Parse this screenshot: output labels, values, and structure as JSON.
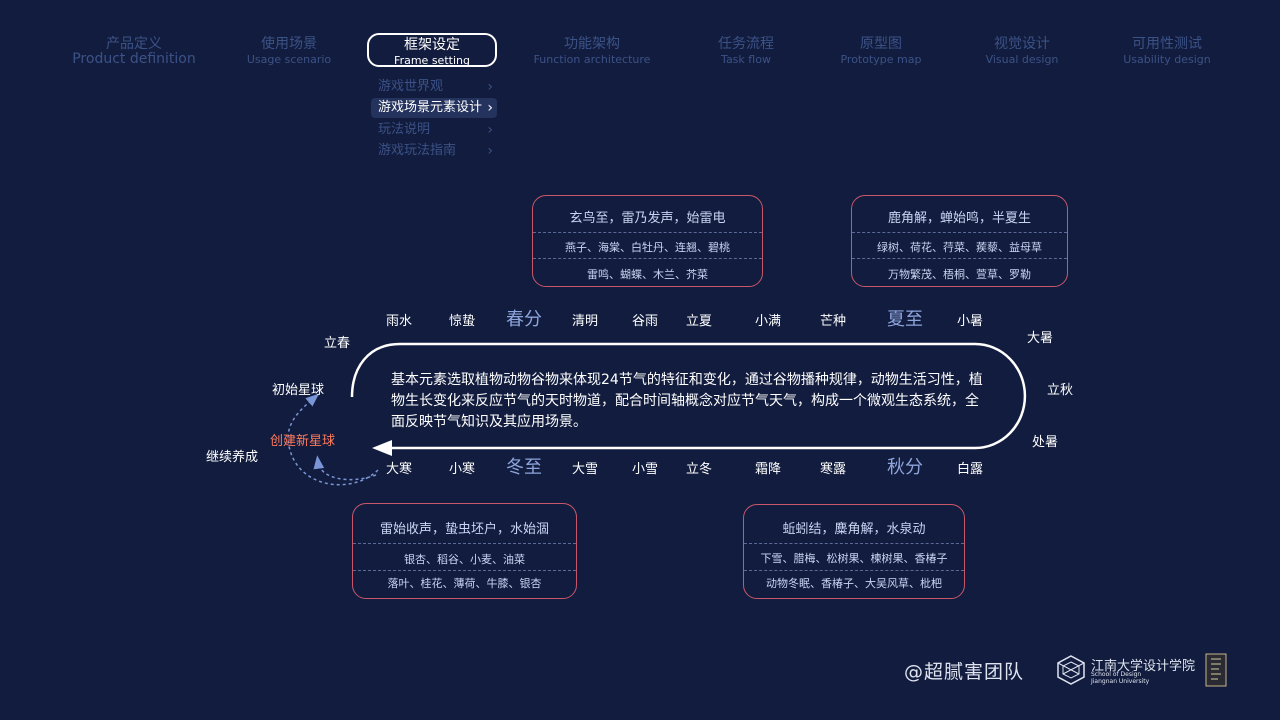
{
  "nav": [
    {
      "zh": "产品定义",
      "en": "Product definition"
    },
    {
      "zh": "使用场景",
      "en": "Usage scenario"
    },
    {
      "zh": "框架设定",
      "en": "Frame setting"
    },
    {
      "zh": "功能架构",
      "en": "Function architecture"
    },
    {
      "zh": "任务流程",
      "en": "Task flow"
    },
    {
      "zh": "原型图",
      "en": "Prototype map"
    },
    {
      "zh": "视觉设计",
      "en": "Visual design"
    },
    {
      "zh": "可用性测试",
      "en": "Usability design"
    }
  ],
  "submenu": [
    {
      "label": "游戏世界观",
      "active": false
    },
    {
      "label": "游戏场景元素设计",
      "active": true
    },
    {
      "label": "玩法说明",
      "active": false
    },
    {
      "label": "游戏玩法指南",
      "active": false
    }
  ],
  "chevron": "›",
  "top_terms": [
    "雨水",
    "惊蛰",
    "春分",
    "清明",
    "谷雨",
    "立夏",
    "小满",
    "芒种",
    "夏至",
    "小暑"
  ],
  "bottom_terms": [
    "大寒",
    "小寒",
    "冬至",
    "大雪",
    "小雪",
    "立冬",
    "霜降",
    "寒露",
    "秋分",
    "白露"
  ],
  "side_terms": {
    "lichun": "立春",
    "dashu": "大暑",
    "liqiu": "立秋",
    "chushu": "处暑"
  },
  "planet": {
    "initial": "初始星球",
    "create": "创建新星球",
    "continue": "继续养成"
  },
  "description": "基本元素选取植物动物谷物来体现24节气的特征和变化，通过谷物播种规律，动物生活习性，植物生长变化来反应节气的天时物道，配合时间轴概念对应节气天气，构成一个微观生态系统，全面反映节气知识及其应用场景。",
  "boxes": {
    "spring": {
      "title": "玄鸟至，雷乃发声，始雷电",
      "l1": "燕子、海棠、白牡丹、连翘、碧桃",
      "l2": "雷鸣、蝴蝶、木兰、芥菜"
    },
    "summer": {
      "title": "鹿角解，蝉始鸣，半夏生",
      "l1": "绿树、荷花、荇菜、蒺藜、益母草",
      "l2": "万物繁茂、梧桐、萱草、罗勒"
    },
    "winter": {
      "title": "雷始收声，蛰虫坯户，水始涸",
      "l1": "银杏、稻谷、小麦、油菜",
      "l2": "落叶、桂花、薄荷、牛膝、银杏"
    },
    "autumn": {
      "title": "蚯蚓结，麋角解，水泉动",
      "l1": "下雪、腊梅、松树果、楝树果、香椿子",
      "l2": "动物冬眠、香椿子、大吴风草、枇杷"
    }
  },
  "footer": {
    "team": "@超腻害团队",
    "school_cn": "江南大学设计学院",
    "school_en1": "School of Design",
    "school_en2": "Jiangnan University"
  },
  "colors": {
    "background": "#121c3e",
    "nav_inactive": "#3b5287",
    "accent_red": "#ff7a5c",
    "box_border": "#c9576a",
    "highlight_term": "#8ea5dc"
  }
}
